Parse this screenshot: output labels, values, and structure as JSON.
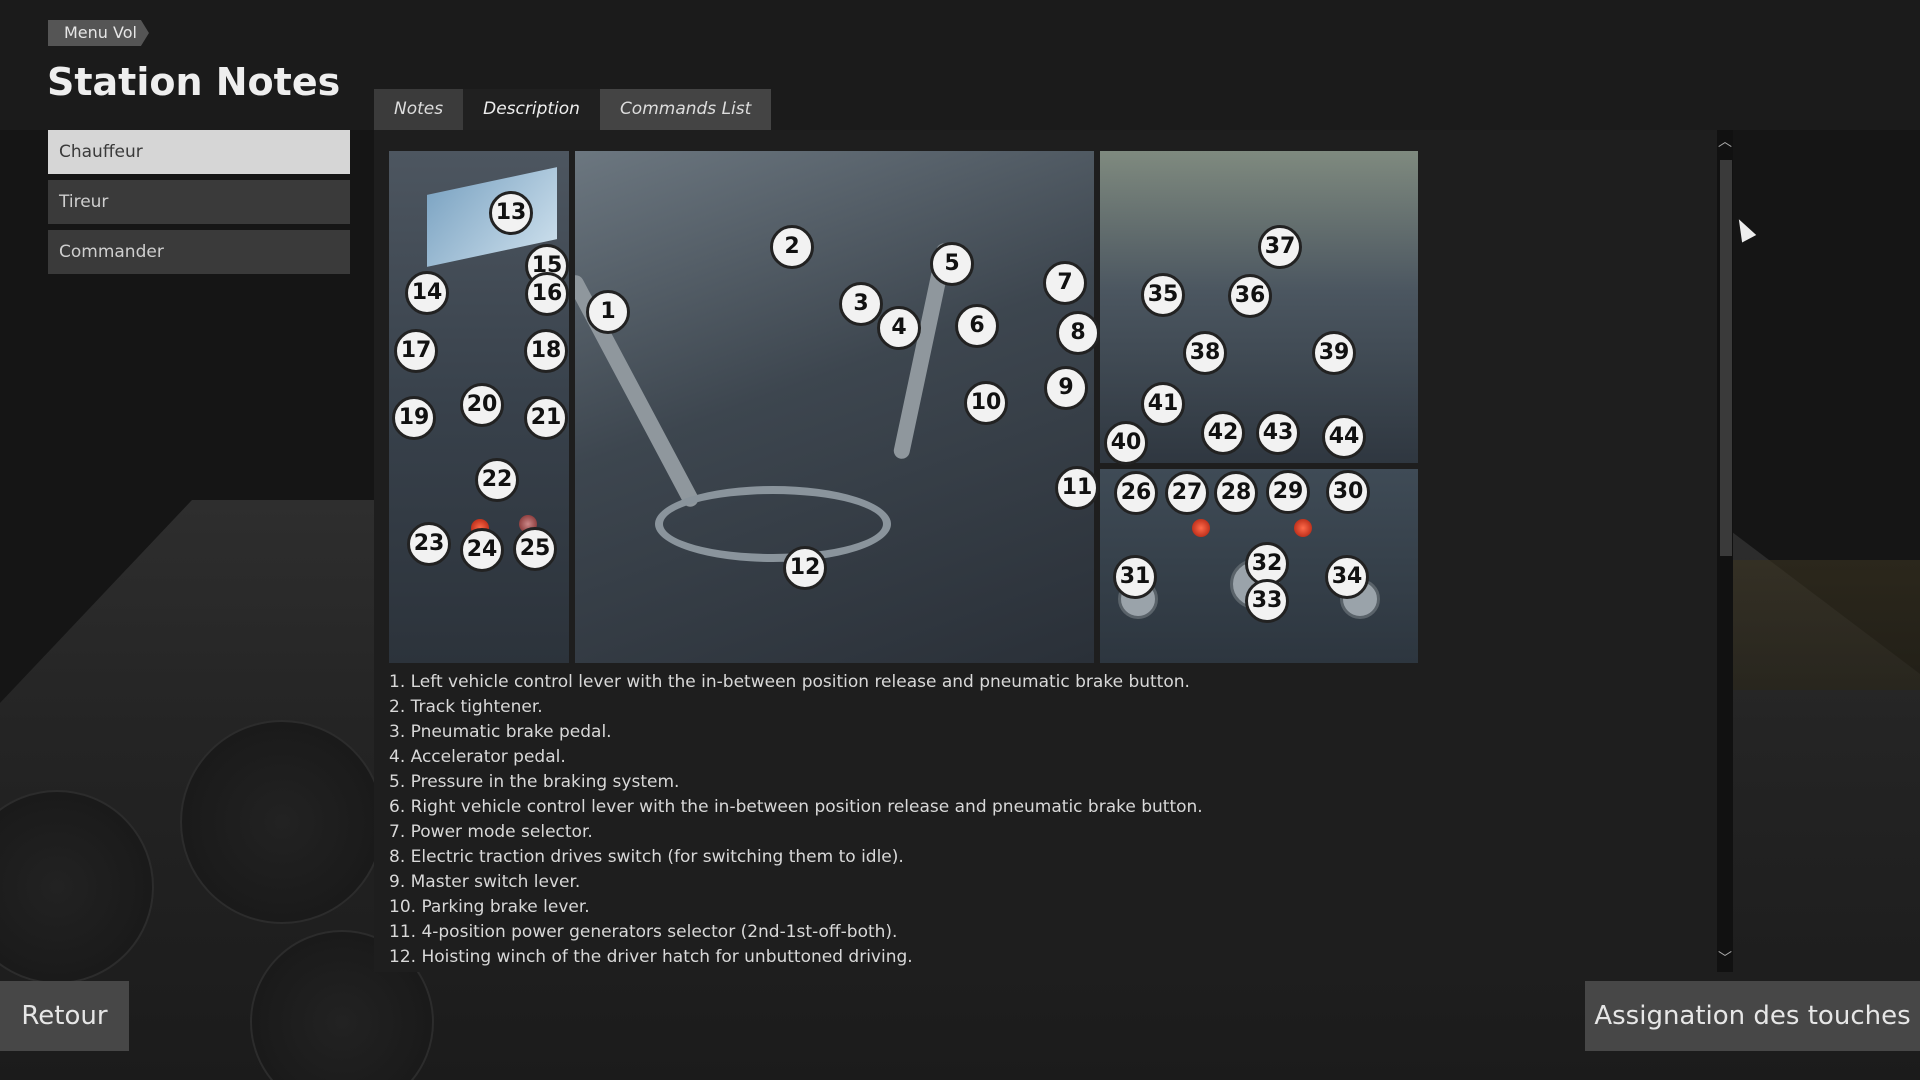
{
  "breadcrumb": "Menu Vol",
  "page_title": "Station Notes",
  "sidebar": {
    "items": [
      {
        "label": "Chauffeur",
        "active": true
      },
      {
        "label": "Tireur",
        "active": false
      },
      {
        "label": "Commander",
        "active": false
      }
    ]
  },
  "tabs": [
    {
      "label": "Notes"
    },
    {
      "label": "Description"
    },
    {
      "label": "Commands List"
    }
  ],
  "callouts": [
    "1",
    "2",
    "3",
    "4",
    "5",
    "6",
    "7",
    "8",
    "9",
    "10",
    "11",
    "12",
    "13",
    "14",
    "15",
    "16",
    "17",
    "18",
    "19",
    "20",
    "21",
    "22",
    "23",
    "24",
    "25",
    "26",
    "27",
    "28",
    "29",
    "30",
    "31",
    "32",
    "33",
    "34",
    "35",
    "36",
    "37",
    "38",
    "39",
    "40",
    "41",
    "42",
    "43",
    "44"
  ],
  "notes": [
    "1. Left vehicle control lever with the in-between position release and pneumatic brake button.",
    "2. Track tightener.",
    "3. Pneumatic brake pedal.",
    "4. Accelerator pedal.",
    "5. Pressure in the braking system.",
    "6. Right vehicle control lever with the in-between position release and pneumatic brake button.",
    "7. Power mode selector.",
    "8. Electric traction drives switch (for switching them to idle).",
    "9. Master switch lever.",
    "10. Parking brake lever.",
    "11. 4-position power generators selector (2nd-1st-off-both).",
    "12. Hoisting winch of the driver hatch for unbuttoned driving."
  ],
  "buttons": {
    "back": "Retour",
    "key_bindings": "Assignation des touches"
  },
  "scrollbar": {
    "up": "︿",
    "down": "﹀"
  }
}
